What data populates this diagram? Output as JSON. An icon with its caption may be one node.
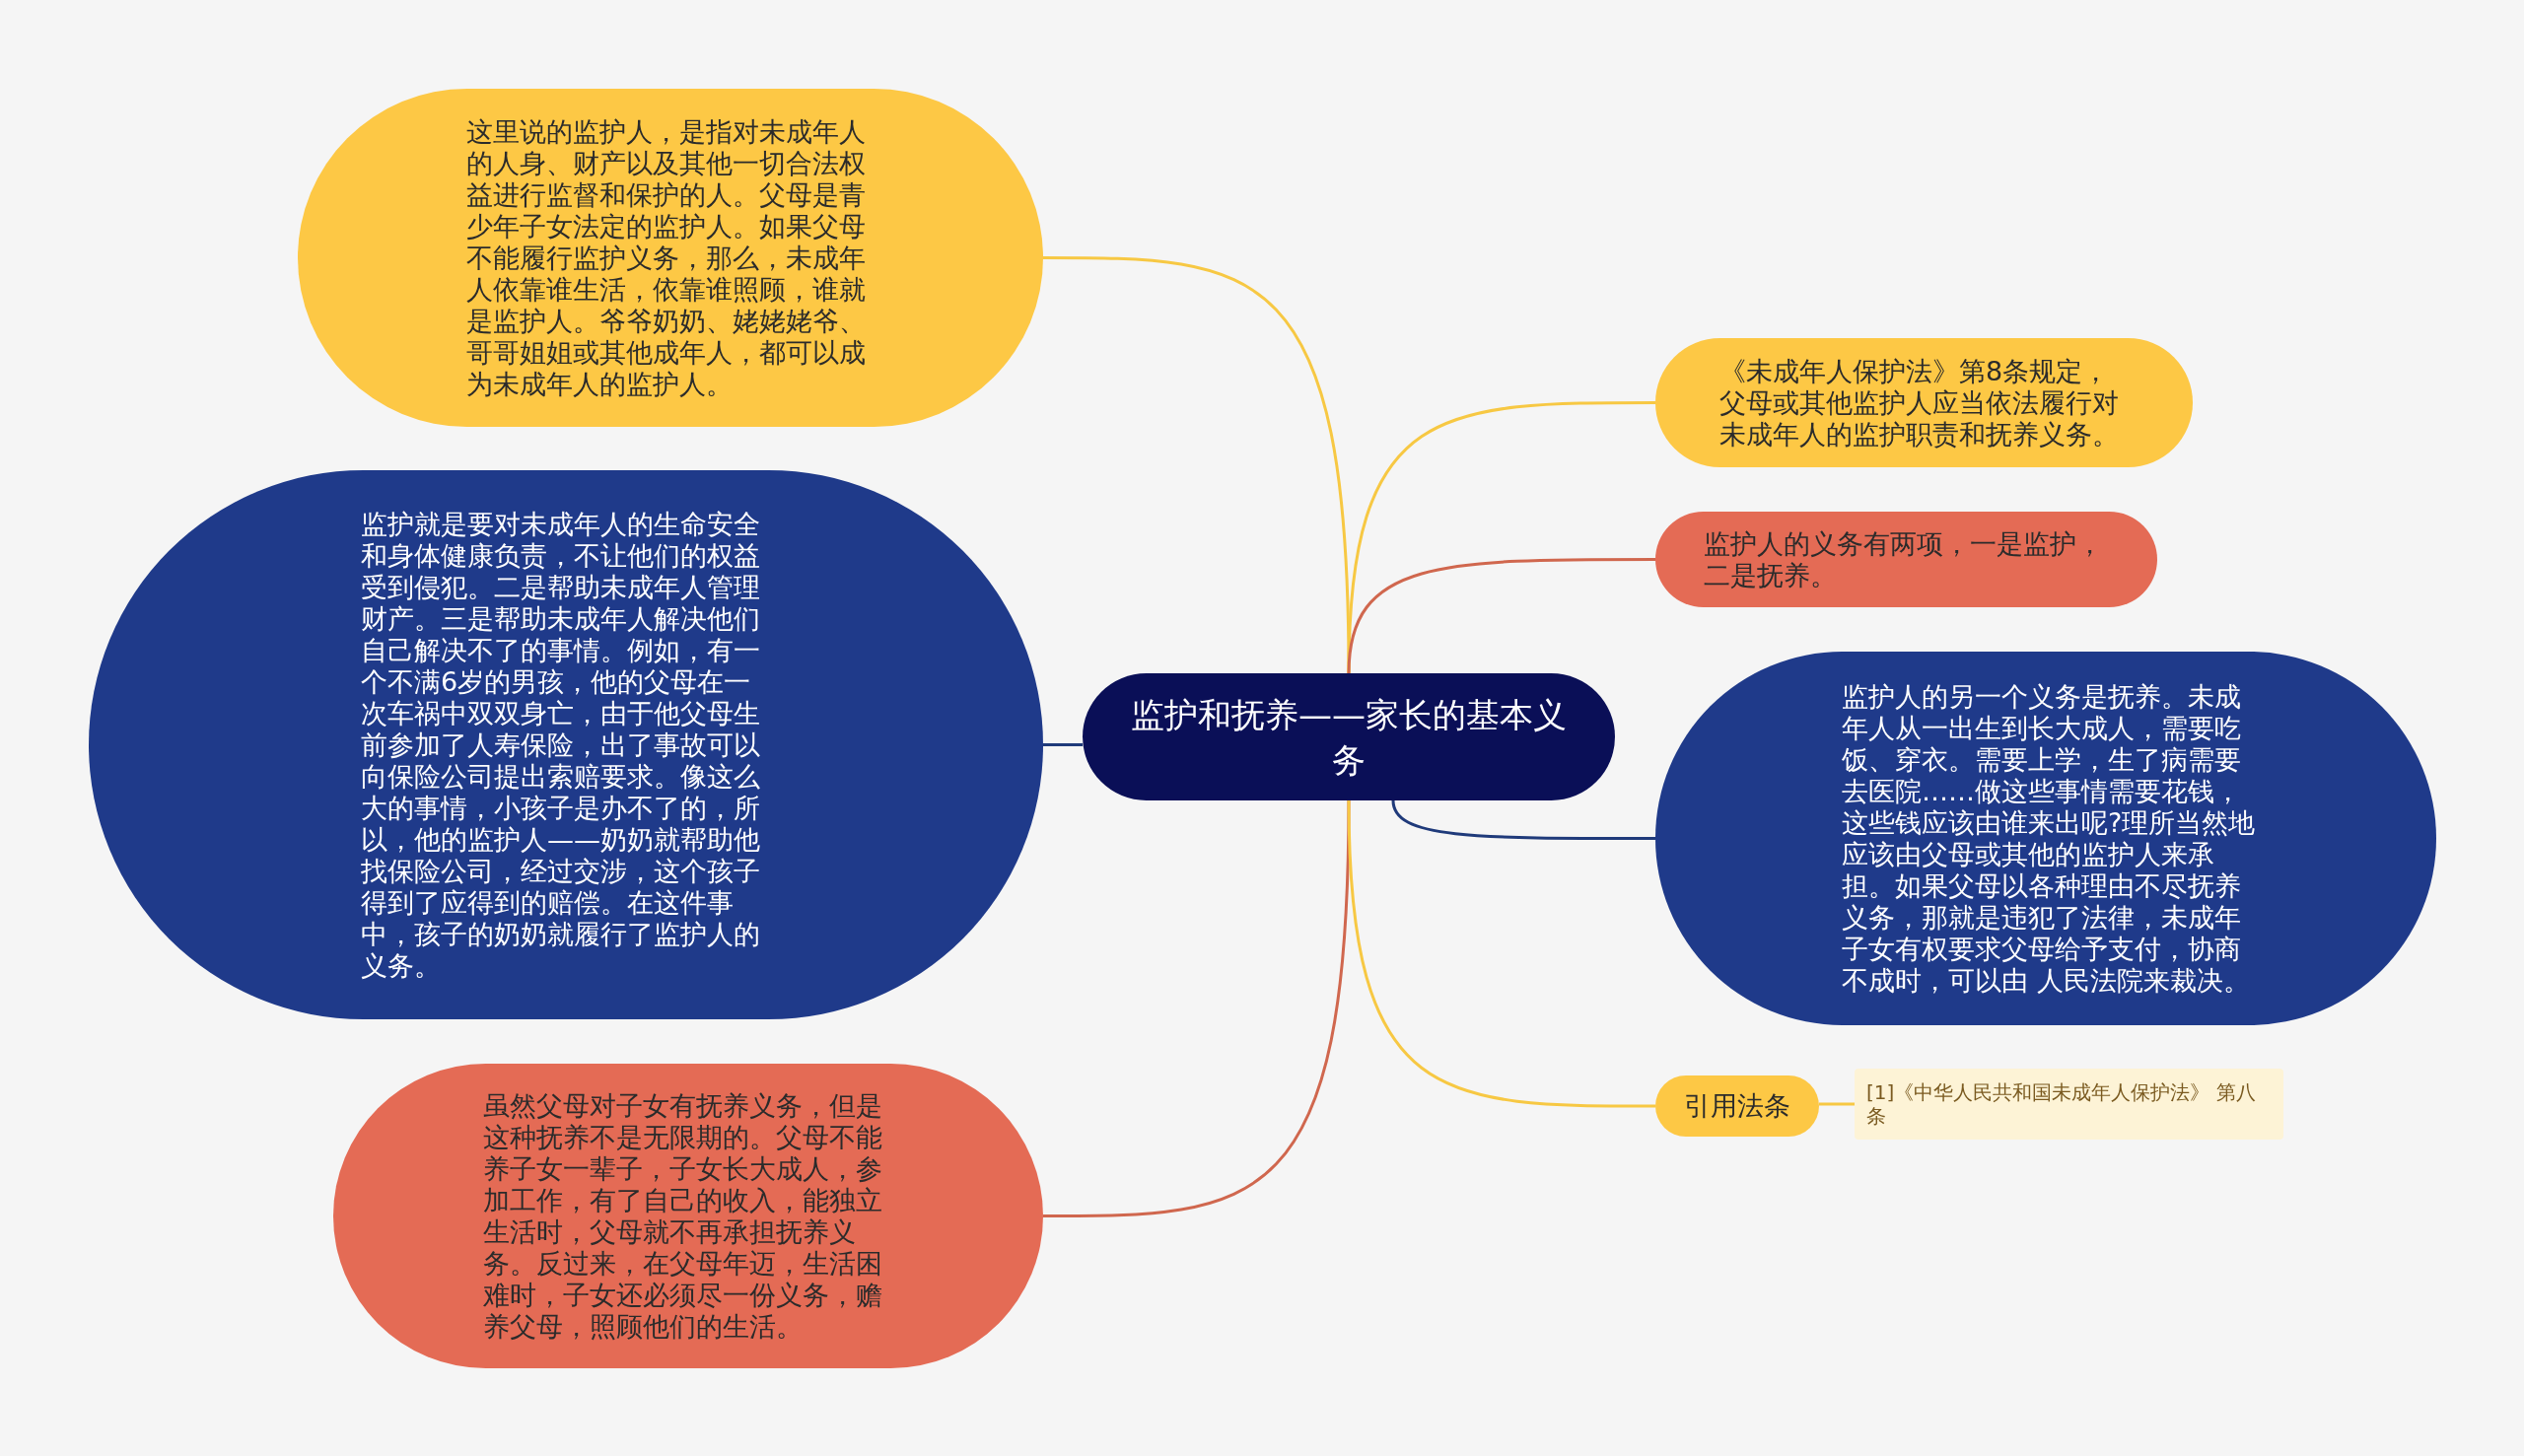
{
  "diagram": {
    "nodes": [
      {
        "text": [
          "监护和抚养——家长的基本义务"
        ]
      },
      {
        "text": [
          "这里说的监护人，是指对未成年人的人身、财产以及其他一切合法权益进行监督和保护的人。父母是青少年子女法定的监护人。如果父母不能履行监护义务，那么，未成年人依靠谁生活，依靠谁照顾，谁就是监护人。爷爷奶奶、姥姥姥爷、哥哥姐姐或其他成年人，都可以成为未成年人的监护人。"
        ]
      },
      {
        "text": [
          "监护就是要对未成年人的生命安全和身体健康负责，不让他们的权益受到侵犯。二是帮助未成年人管理财产。三是帮助未成年人解决他们自己解决不了的事情。例如，有一个不满6岁的男孩，他的父母在一次车祸中双双身亡，由于他父母生前参加了人寿保险，出了事故可以向保险公司提出索赔要求。像这么大的事情，小孩子是办不了的，所以，他的监护人——奶奶就帮助他找保险公司，经过交涉，这个孩子得到了应得到的赔偿。在这件事中，孩子的奶奶就履行了监护人的义务。"
        ]
      },
      {
        "text": [
          "虽然父母对子女有抚养义务，但是这种抚养不是无限期的。父母不能养子女一辈子，子女长大成人，参加工作，有了自己的收入，能独立生活时，父母就不再承担抚养义务。反过来，在父母年迈，生活困难时，子女还必须尽一份义务，赡养父母，照顾他们的生活。"
        ]
      },
      {
        "text": [
          "《未成年人保护法》第8条规定，父母或其他监护人应当依法履行对未成年人的监护职责和抚养义务。"
        ]
      },
      {
        "text": [
          "监护人的义务有两项，一是监护，二是抚养。"
        ]
      },
      {
        "text": [
          "监护人的另一个义务是抚养。未成年人从一出生到长大成人，需要吃饭、穿衣。需要上学，生了病需要去医院……做这些事情需要花钱，这些钱应该由谁来出呢?理所当然地应该由父母或其他的监护人来承担。如果父母以各种理由不尽抚养义务，那就是违犯了法律，未成年子女有权要求父母给予支付，协商不成时，可以由 人民法院来裁决。"
        ]
      },
      {
        "text": [
          "引用法条"
        ]
      },
      {
        "text": [
          "[1]《中华人民共和国未成年人保护法》 第八条"
        ]
      }
    ],
    "edges": [
      {
        "from": 0,
        "to": 1,
        "arrow": "none"
      },
      {
        "from": 0,
        "to": 2,
        "arrow": "none",
        "color": "#1f3a7a"
      },
      {
        "from": 0,
        "to": 3,
        "arrow": "none",
        "color": "#d0674e"
      },
      {
        "from": 0,
        "to": 4,
        "arrow": "none"
      },
      {
        "from": 0,
        "to": 5,
        "arrow": "none",
        "color": "#d0674e"
      },
      {
        "from": 0,
        "to": 6,
        "arrow": "none",
        "color": "#1f3a7a"
      },
      {
        "from": 0,
        "to": 7,
        "arrow": "none"
      },
      {
        "from": 7,
        "to": 8,
        "arrow": "none"
      }
    ]
  }
}
